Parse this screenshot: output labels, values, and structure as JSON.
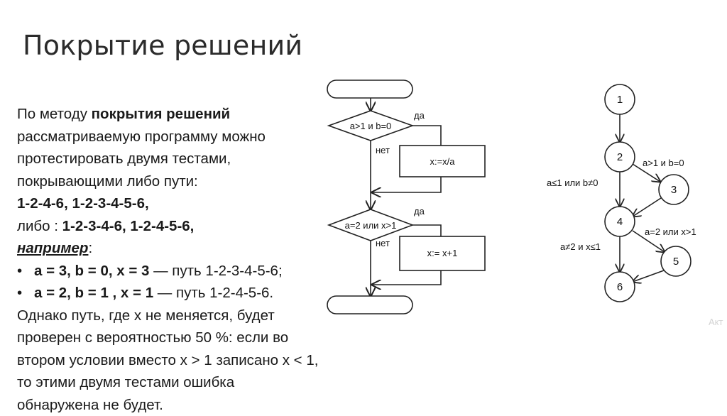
{
  "title": "Покрытие решений",
  "text": {
    "l1_pre": "По методу ",
    "l1_bold": "покрытия решений",
    "l2": "рассматриваемую программу можно",
    "l3": "протестировать двумя тестами,",
    "l4": "покрывающими либо пути:",
    "l5": "1-2-4-6,   1-2-3-4-5-6,",
    "l6_pre": "либо : ",
    "l6_bold": "1-2-3-4-6,  1-2-4-5-6,",
    "l7_em": "например",
    "l7_colon": ":",
    "b1_bullet": "•",
    "b1_bold": "a = 3, b = 0, x = 3",
    "b1_rest": " — путь 1-2-3-4-5-6;",
    "b2_bullet": "•",
    "b2_bold": "a = 2, b = 1 , x = 1",
    "b2_rest": " — путь 1-2-4-5-6.",
    "l8": "Однако путь, где x не меняется, будет",
    "l9": "проверен с вероятностью 50 %: если во",
    "l10": "втором условии вместо x > 1 записано x < 1,",
    "l11": "то этими двумя тестами ошибка",
    "l12": "обнаружена не будет."
  },
  "flowchart": {
    "decision1": "a>1 и b=0",
    "decision1_yes": "да",
    "decision1_no": "нет",
    "process1": "x:=x/a",
    "decision2": "a=2 или x>1",
    "decision2_yes": "да",
    "decision2_no": "нет",
    "process2": "x:= x+1"
  },
  "graph": {
    "nodes": [
      "1",
      "2",
      "3",
      "4",
      "5",
      "6"
    ],
    "edge_2_3": "a>1  и  b=0",
    "edge_2_4": "a≤1 или b≠0",
    "edge_4_5": "a=2 или x>1",
    "edge_4_6": "a≠2 и x≤1"
  },
  "watermark": "Акт"
}
